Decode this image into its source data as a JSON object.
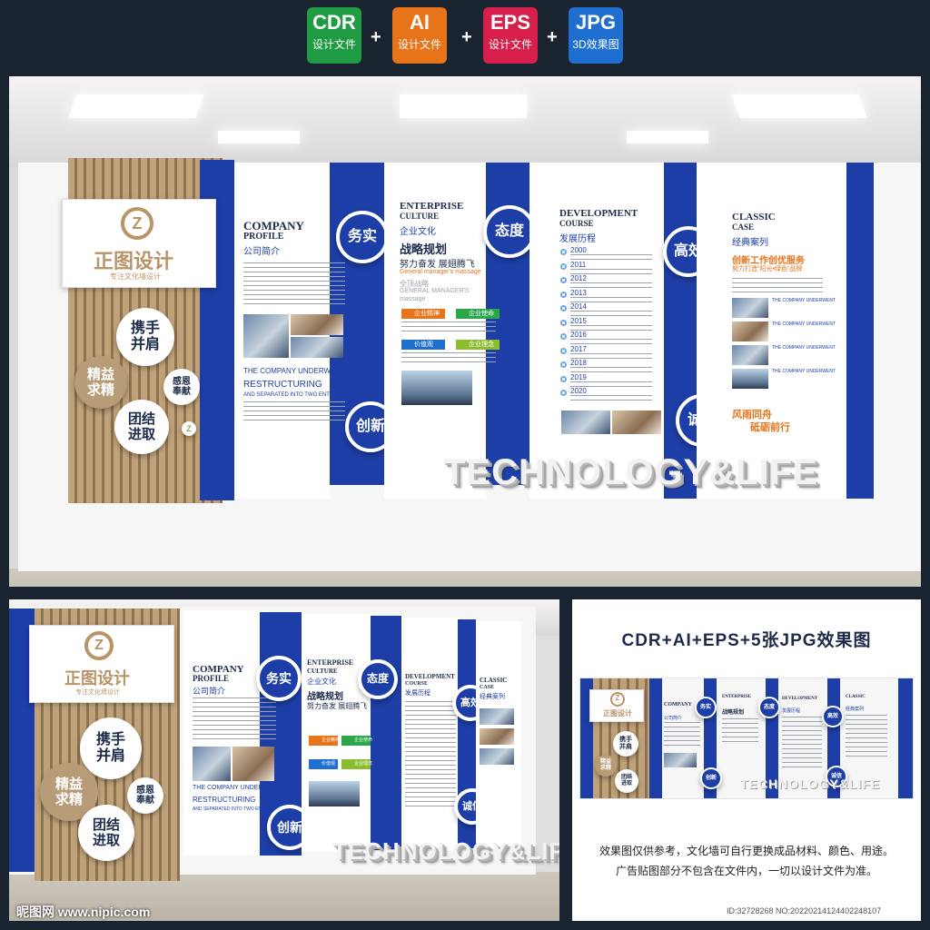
{
  "badges": [
    {
      "label": "CDR",
      "sub": "设计文件",
      "color": "#1e9b43"
    },
    {
      "label": "AI",
      "sub": "设计文件",
      "color": "#e8741a"
    },
    {
      "label": "EPS",
      "sub": "设计文件",
      "color": "#d6204b"
    },
    {
      "label": "JPG",
      "sub": "3D效果图",
      "color": "#1f6fd1"
    }
  ],
  "plus": "+",
  "logo": {
    "mark": "Z",
    "name": "正图设计",
    "tagline": "专注文化墙设计"
  },
  "values_circles": {
    "c1": "携手\n并肩",
    "c2": "精益\n求精",
    "c3": "感恩\n奉献",
    "c4": "团结\n进取"
  },
  "pillars": {
    "p1": "务实",
    "p2": "态度",
    "p3": "高效",
    "p4": "创新",
    "p5": "诚信"
  },
  "company": {
    "title_en1": "COMPANY",
    "title_en2": "PROFILE",
    "title_cn": "公司简介",
    "caption1": "THE COMPANY UNDERWENT",
    "caption2": "RESTRUCTURING",
    "caption3": "AND SEPARATED INTO TWO ENTITIES."
  },
  "culture": {
    "title_en1": "ENTERPRISE",
    "title_en2": "CULTURE",
    "title_cn": "企业文化",
    "headline": "战略规划",
    "slogan": "努力奋发  展翅腾飞",
    "sub_en": "General manager's massage",
    "strategy_cn": "全顶战略",
    "strategy_en": "GENERAL MANAGER'S",
    "strategy_en2": "massage",
    "tags": [
      "企业精神",
      "企业使命",
      "价值观",
      "企业理念"
    ],
    "tag_colors": [
      "#e8741a",
      "#2aa748",
      "#1f6fd1",
      "#8bbd2c"
    ]
  },
  "development": {
    "title_en1": "DEVELOPMENT",
    "title_en2": "COURSE",
    "title_cn": "发展历程",
    "years": [
      "2000",
      "2011",
      "2012",
      "2013",
      "2014",
      "2015",
      "2016",
      "2017",
      "2018",
      "2019",
      "2020"
    ]
  },
  "cases": {
    "title_en1": "CLASSIC",
    "title_en2": "CASE",
    "title_cn": "经典案列",
    "headline": "创新工作创优服务",
    "subline": "努力打造\"阳光•绿色\"品牌",
    "motto1": "风雨同舟",
    "motto2": "砥砺前行",
    "item_label": "THE COMPANY UNDERWENT"
  },
  "tech_text": "TECHNOLOGY&LIFE",
  "panel": {
    "title": "CDR+AI+EPS+5张JPG效果图",
    "note1": "效果图仅供参考，文化墙可自行更换成品材料、颜色、用途。",
    "note2": "广告贴图部分不包含在文件内，一切以设计文件为准。"
  },
  "watermark": {
    "site": "昵图网 www.nipic.com",
    "id": "ID:32728268 NO:20220214124402248107"
  }
}
